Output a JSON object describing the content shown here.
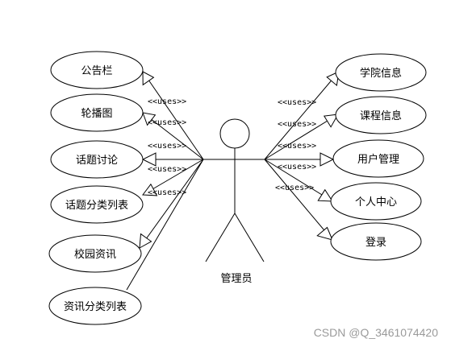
{
  "diagram": {
    "actor": "管理员",
    "left_use_cases": [
      "公告栏",
      "轮播图",
      "话题讨论",
      "话题分类列表",
      "校园资讯",
      "资讯分类列表"
    ],
    "right_use_cases": [
      "学院信息",
      "课程信息",
      "用户管理",
      "个人中心",
      "登录"
    ],
    "relationship_label": "<<uses>>",
    "left_label_count": 5,
    "right_label_count": 5
  },
  "watermark": "CSDN @Q_3461074420"
}
